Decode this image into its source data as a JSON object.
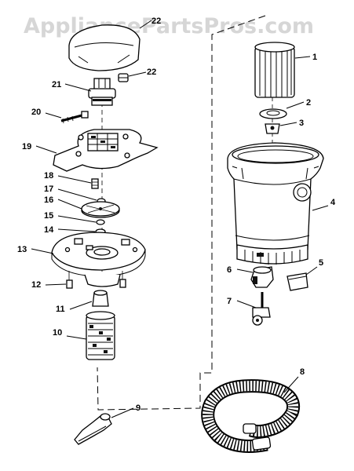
{
  "watermark": "AppliancePartsPros.com",
  "labels": {
    "p1": "1",
    "p2": "2",
    "p3": "3",
    "p4": "4",
    "p5": "5",
    "p6": "6",
    "p7": "7",
    "p8": "8",
    "p9": "9",
    "p10": "10",
    "p11": "11",
    "p12": "12",
    "p13": "13",
    "p14": "14",
    "p15": "15",
    "p16": "16",
    "p17": "17",
    "p18": "18",
    "p19": "19",
    "p20": "20",
    "p21": "21",
    "p22a": "22",
    "p22b": "22"
  }
}
